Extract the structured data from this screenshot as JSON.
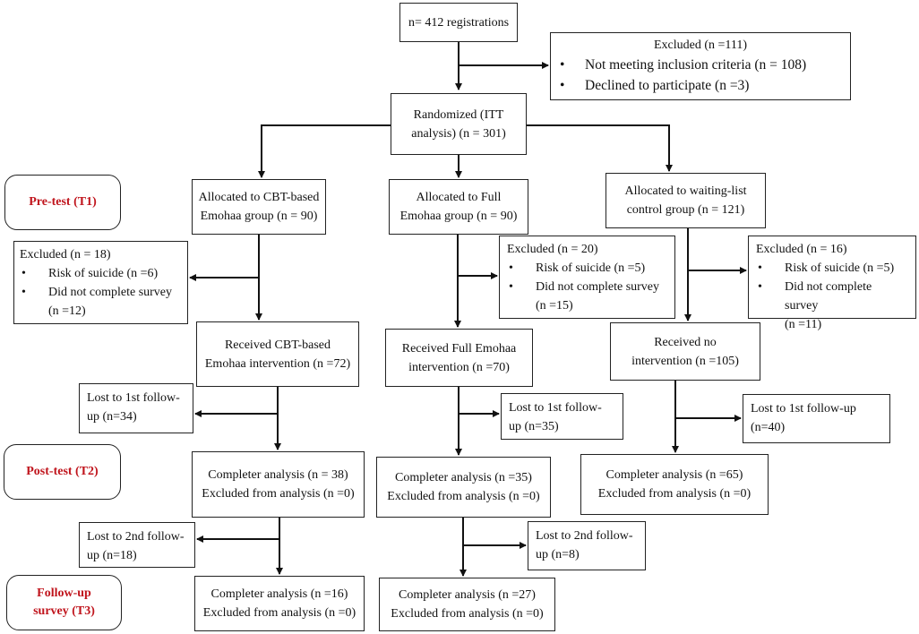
{
  "top": {
    "registrations": "n= 412 registrations"
  },
  "excluded_top": {
    "title": "Excluded (n =111)",
    "items": [
      "Not meeting inclusion criteria (n = 108)",
      "Declined to participate (n =3)"
    ]
  },
  "randomized": {
    "line1": "Randomized (ITT",
    "line2": "analysis) (n = 301)"
  },
  "stages": {
    "t1": "Pre-test (T1)",
    "t2": "Post-test (T2)",
    "t3_line1": "Follow-up",
    "t3_line2": "survey (T3)"
  },
  "cbt": {
    "allocated": {
      "line1": "Allocated to CBT-based",
      "line2": "Emohaa group (n = 90)"
    },
    "excluded": {
      "title": "Excluded (n = 18)",
      "items": [
        "Risk of suicide (n =6)",
        "Did not complete survey"
      ],
      "extra": "(n =12)"
    },
    "received": {
      "line1": "Received CBT-based",
      "line2": "Emohaa intervention (n =72)"
    },
    "lost1": {
      "line1": "Lost to 1st follow-",
      "line2": "up (n=34)"
    },
    "completer1": {
      "line1": "Completer analysis (n = 38)",
      "line2": "Excluded from analysis (n =0)"
    },
    "lost2": {
      "line1": "Lost to 2nd follow-",
      "line2": "up (n=18)"
    },
    "completer2": {
      "line1": "Completer analysis (n =16)",
      "line2": "Excluded from analysis (n =0)"
    }
  },
  "full": {
    "allocated": {
      "line1": "Allocated to Full",
      "line2": "Emohaa group (n = 90)"
    },
    "excluded": {
      "title": "Excluded (n = 20)",
      "items": [
        "Risk of suicide (n =5)",
        "Did not complete survey"
      ],
      "extra": "(n =15)"
    },
    "received": {
      "line1": "Received Full Emohaa",
      "line2": "intervention (n =70)"
    },
    "lost1": {
      "line1": "Lost to 1st follow-",
      "line2": "up (n=35)"
    },
    "completer1": {
      "line1": "Completer analysis (n =35)",
      "line2": "Excluded from analysis (n =0)"
    },
    "lost2": {
      "line1": "Lost to 2nd follow-",
      "line2": "up (n=8)"
    },
    "completer2": {
      "line1": "Completer analysis (n =27)",
      "line2": "Excluded from analysis (n =0)"
    }
  },
  "waiting": {
    "allocated": {
      "line1": "Allocated to waiting-list",
      "line2": "control group (n = 121)"
    },
    "excluded": {
      "title": "Excluded (n = 16)",
      "items": [
        "Risk of suicide (n =5)",
        "Did not complete survey"
      ],
      "extra": "(n =11)"
    },
    "received": {
      "line1": "Received no",
      "line2": "intervention (n =105)"
    },
    "lost1": {
      "line1": "Lost to 1st follow-up",
      "line2": "(n=40)"
    },
    "completer1": {
      "line1": "Completer analysis (n =65)",
      "line2": "Excluded from analysis (n =0)"
    }
  }
}
